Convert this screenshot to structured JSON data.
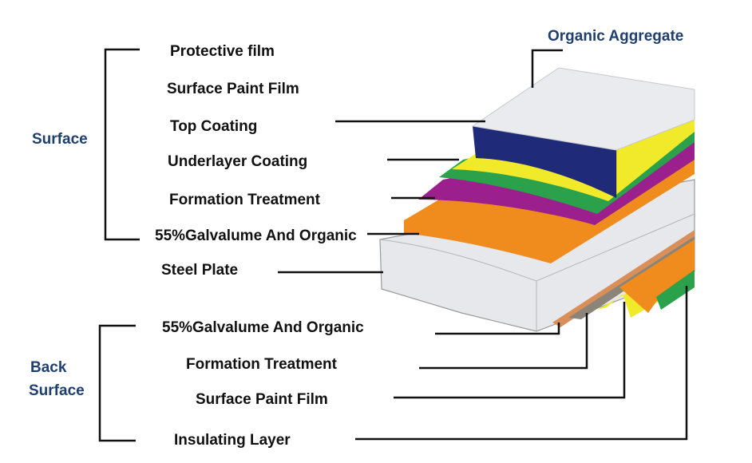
{
  "header": {
    "organic_aggregate": "Organic Aggregate"
  },
  "groups": {
    "surface": "Surface",
    "back_surface_line1": "Back",
    "back_surface_line2": "Surface"
  },
  "front_layers": [
    "Protective film",
    "Surface Paint Film",
    "Top Coating",
    "Underlayer Coating",
    "Formation Treatment",
    "55%Galvalume And Organic",
    "Steel Plate"
  ],
  "back_layers": [
    "55%Galvalume And Organic",
    "Formation Treatment",
    "Surface Paint Film",
    "Insulating Layer"
  ],
  "layer_colors": {
    "protective_film": "#e9ebee",
    "top_coating": "#1f2a78",
    "surface_paint_yellow": "#f0ea2a",
    "underlayer_green": "#2aa14a",
    "formation_purple": "#9b1f8c",
    "galvalume_orange": "#f08c1e",
    "steel_grey": "#e6e8ec",
    "back_copper": "#d98f5a",
    "back_grey": "#8a8578",
    "group_label_blue": "#1f3f6e"
  }
}
